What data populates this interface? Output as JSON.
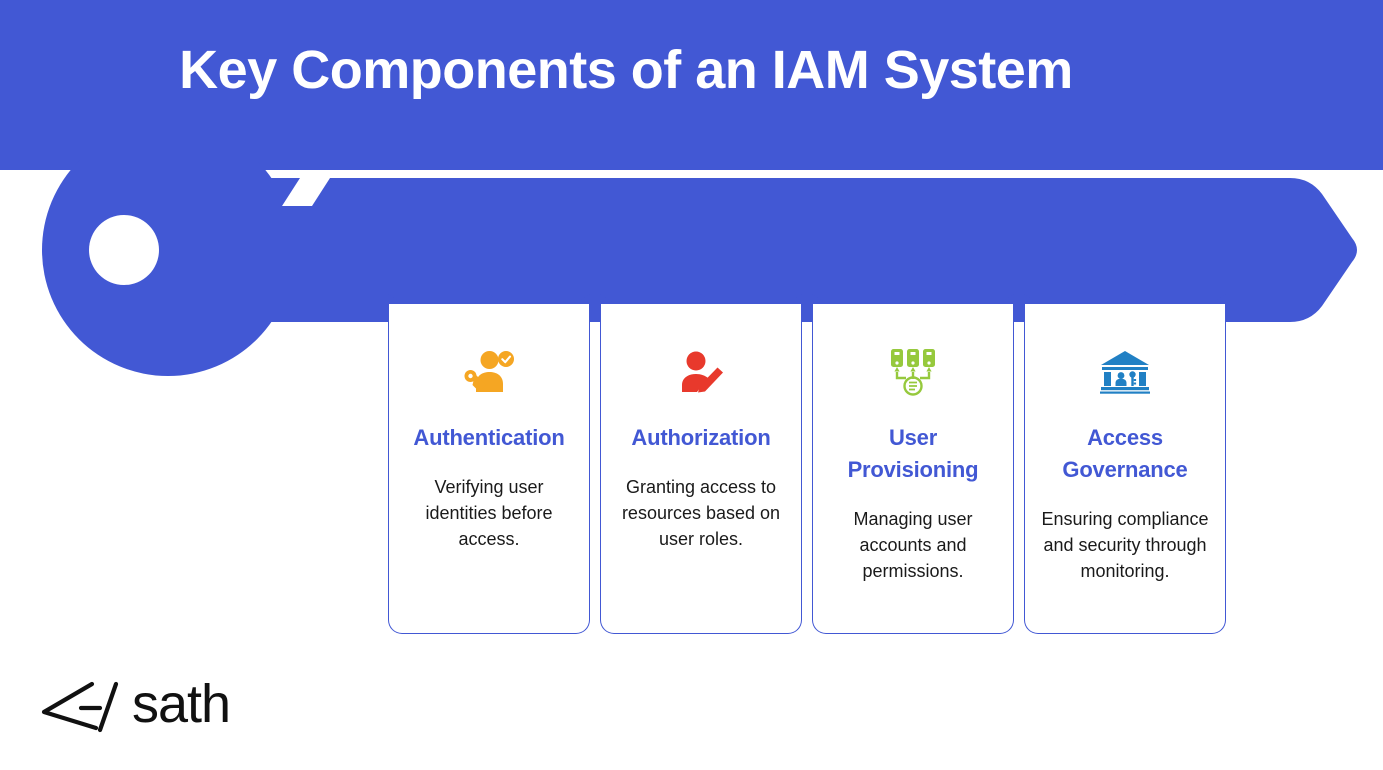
{
  "header": {
    "title": "Key Components of an IAM System",
    "background_color": "#4258D4",
    "title_color": "#FFFFFF"
  },
  "key_graphic": {
    "name": "key-shape",
    "color": "#4258D4",
    "description": "Large blue key with circular head and pointed tip spanning the banner"
  },
  "cards": [
    {
      "icon_name": "user-key-check-icon",
      "icon_color": "#F5A623",
      "title": "Authentication",
      "description": "Verifying user identities before access."
    },
    {
      "icon_name": "user-edit-pencil-icon",
      "icon_color": "#E8392C",
      "title": "Authorization",
      "description": "Granting access to resources based on user roles."
    },
    {
      "icon_name": "server-provisioning-icon",
      "icon_color": "#96C93D",
      "title": "User Provisioning",
      "description": "Managing user accounts and permissions."
    },
    {
      "icon_name": "institution-governance-icon",
      "icon_color": "#2180C4",
      "title": "Access Governance",
      "description": "Ensuring compliance and security through monitoring."
    }
  ],
  "card_style": {
    "border_color": "#4258D4",
    "title_color": "#4258D4",
    "description_color": "#1A1A1A",
    "background_color": "#FFFFFF"
  },
  "logo": {
    "mark_name": "sath-chevron-slash-logo",
    "text": "sath",
    "color": "#111111"
  }
}
